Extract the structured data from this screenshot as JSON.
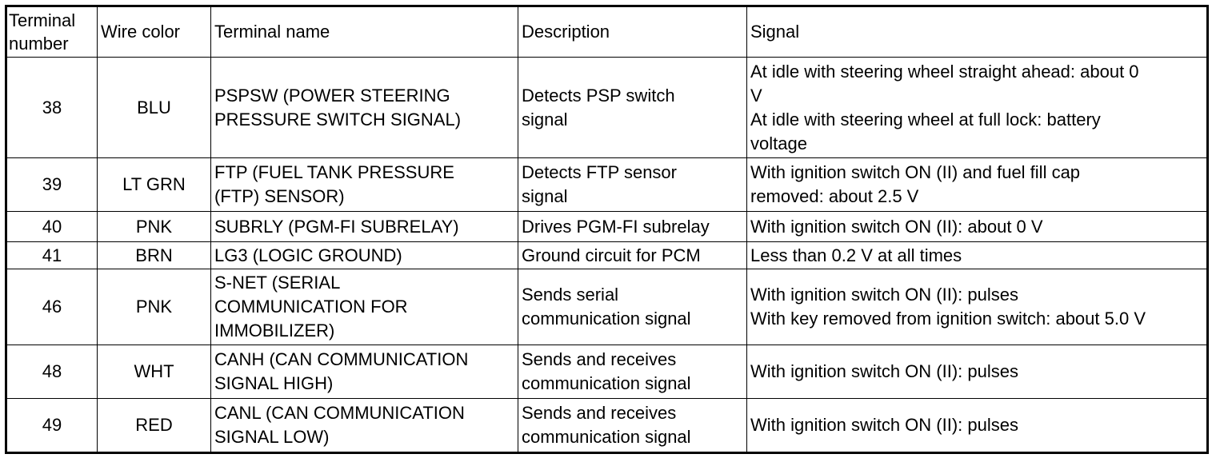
{
  "table": {
    "headers": {
      "terminal_number_line1": "Terminal",
      "terminal_number_line2": "number",
      "wire_color": "Wire color",
      "terminal_name": "Terminal name",
      "description": "Description",
      "signal": "Signal"
    },
    "rows": [
      {
        "terminal": "38",
        "wire_color": "BLU",
        "name": [
          "PSPSW (POWER STEERING",
          "PRESSURE SWITCH SIGNAL)"
        ],
        "description": [
          "Detects PSP switch",
          "signal"
        ],
        "signal": [
          "At idle with steering wheel straight ahead: about 0",
          "V",
          "At idle with steering wheel at full lock: battery",
          "voltage"
        ]
      },
      {
        "terminal": "39",
        "wire_color": "LT GRN",
        "name": [
          "FTP (FUEL TANK PRESSURE",
          "(FTP) SENSOR)"
        ],
        "description": [
          "Detects FTP sensor",
          "signal"
        ],
        "signal": [
          "With ignition switch ON (II) and fuel fill cap",
          "removed: about 2.5 V"
        ]
      },
      {
        "terminal": "40",
        "wire_color": "PNK",
        "name": [
          "SUBRLY (PGM-FI SUBRELAY)"
        ],
        "description": [
          "Drives PGM-FI subrelay"
        ],
        "signal": [
          "With ignition switch ON (II): about 0 V"
        ]
      },
      {
        "terminal": "41",
        "wire_color": "BRN",
        "name": [
          "LG3 (LOGIC GROUND)"
        ],
        "description": [
          "Ground circuit for PCM"
        ],
        "signal": [
          "Less than 0.2 V at all times"
        ]
      },
      {
        "terminal": "46",
        "wire_color": "PNK",
        "name": [
          "S-NET (SERIAL",
          "COMMUNICATION FOR",
          "IMMOBILIZER)"
        ],
        "description": [
          "Sends serial",
          "communication signal"
        ],
        "signal": [
          "With ignition switch ON (II): pulses",
          "With key removed from ignition switch: about 5.0 V"
        ]
      },
      {
        "terminal": "48",
        "wire_color": "WHT",
        "name": [
          "CANH (CAN COMMUNICATION",
          "SIGNAL HIGH)"
        ],
        "description": [
          "Sends and receives",
          "communication signal"
        ],
        "signal": [
          "With ignition switch ON (II): pulses"
        ]
      },
      {
        "terminal": "49",
        "wire_color": "RED",
        "name": [
          "CANL (CAN COMMUNICATION",
          "SIGNAL LOW)"
        ],
        "description": [
          "Sends and receives",
          "communication signal"
        ],
        "signal": [
          "With ignition switch ON (II): pulses"
        ]
      }
    ]
  }
}
